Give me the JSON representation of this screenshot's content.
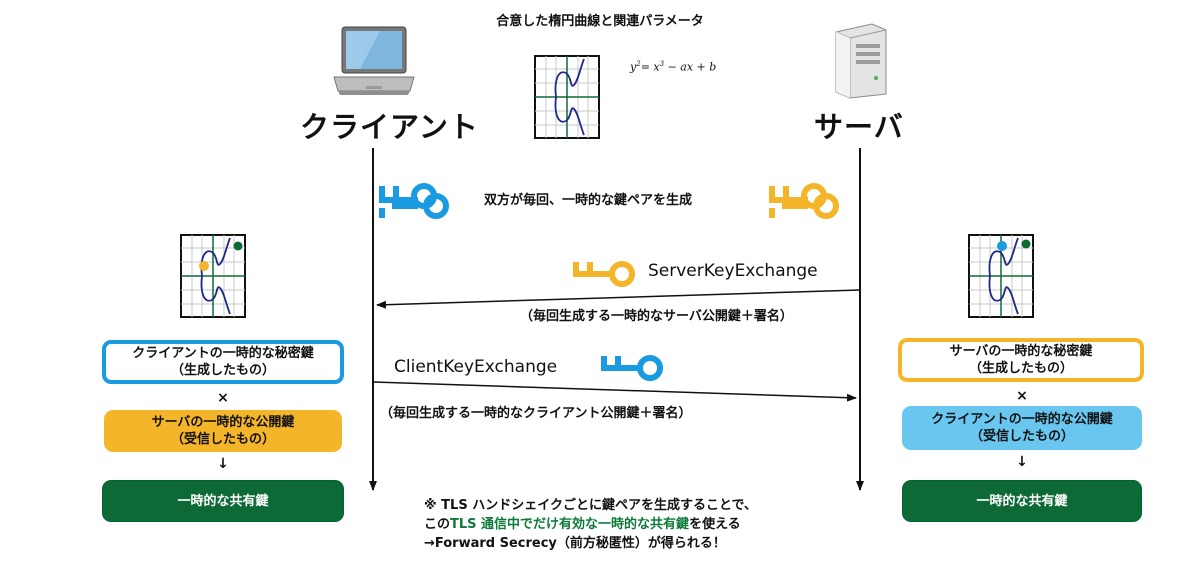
{
  "curve": {
    "title": "合意した楕円曲線と関連パラメータ",
    "eq_y": "y",
    "eq_rest": "= x",
    "eq_tail": " − ax + b",
    "sup2": "2",
    "sup3": "3"
  },
  "client": {
    "title": "クライアント"
  },
  "server": {
    "title": "サーバ"
  },
  "keypair_caption": "双方が毎回、一時的な鍵ペアを生成",
  "messages": {
    "server_key_exchange": "ServerKeyExchange",
    "server_sub": "（毎回生成する一時的なサーバ公開鍵＋署名）",
    "client_key_exchange": "ClientKeyExchange",
    "client_sub": "（毎回生成する一時的なクライアント公開鍵＋署名）"
  },
  "client_boxes": {
    "private_l1": "クライアントの一時的な秘密鍵",
    "private_l2": "（生成したもの）",
    "times": "×",
    "public_l1": "サーバの一時的な公開鍵",
    "public_l2": "（受信したもの）",
    "arrow": "↓",
    "shared": "一時的な共有鍵"
  },
  "server_boxes": {
    "private_l1": "サーバの一時的な秘密鍵",
    "private_l2": "（生成したもの）",
    "times": "×",
    "public_l1": "クライアントの一時的な公開鍵",
    "public_l2": "（受信したもの）",
    "arrow": "↓",
    "shared": "一時的な共有鍵"
  },
  "note": {
    "line1": "※ TLS ハンドシェイクごとに鍵ペアを生成することで、",
    "line2_pre": "この",
    "line2_highlight": "TLS 通信中でだけ有効な一時的な共有鍵",
    "line2_post": "を使える",
    "line3": "→Forward Secrecy（前方秘匿性）が得られる！"
  },
  "colors": {
    "blue": "#1a9ae0",
    "yellow": "#f5b52a",
    "light_blue": "#68c6ef",
    "dark_green": "#0d6a36",
    "curve": "#1f2a8a",
    "grid": "#c9c9c9",
    "green_text": "#0d7a3a"
  }
}
